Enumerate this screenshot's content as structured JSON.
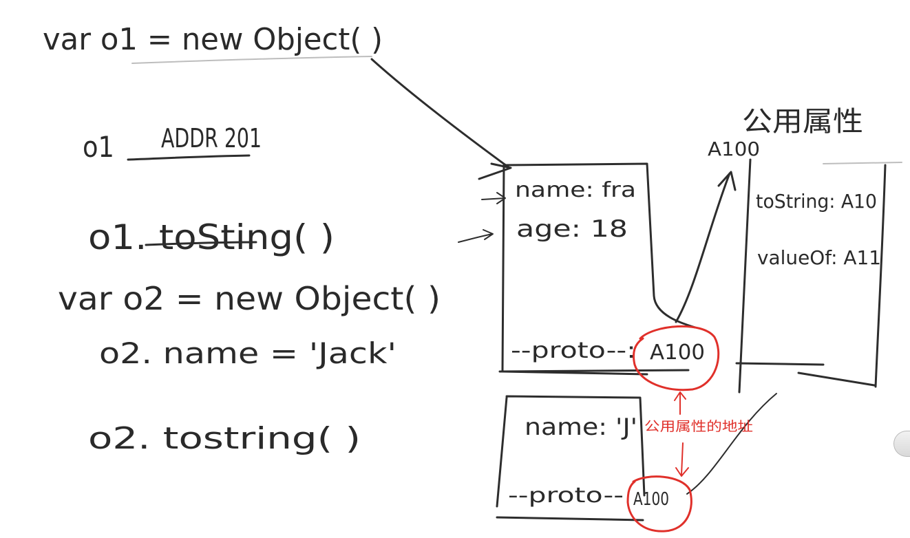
{
  "code": {
    "line1": "var o1 = new Object( )",
    "line2_var": "o1",
    "line2_addr": "ADDR 201",
    "line3": "o1. toSting( )",
    "line4": "var o2 = new Object( )",
    "line5": "o2. name = 'Jack'",
    "line6": "o2. tostring( )"
  },
  "object1": {
    "field_name": "name:  fra",
    "field_age": "age:  18",
    "proto": "--proto--:",
    "proto_addr": "A100"
  },
  "object2": {
    "field_name": "name: 'J'",
    "proto": "--proto--",
    "proto_addr": "A100"
  },
  "shared": {
    "heading": "公用属性",
    "address": "A100",
    "field_tostring": "toString: A10",
    "field_valueof": "valueOf: A11"
  },
  "annotation": {
    "text": "公用属性的地址",
    "color": "#e0302a"
  },
  "colors": {
    "ink": "#2d2d2d",
    "accent": "#e0302a",
    "background": "#ffffff"
  }
}
